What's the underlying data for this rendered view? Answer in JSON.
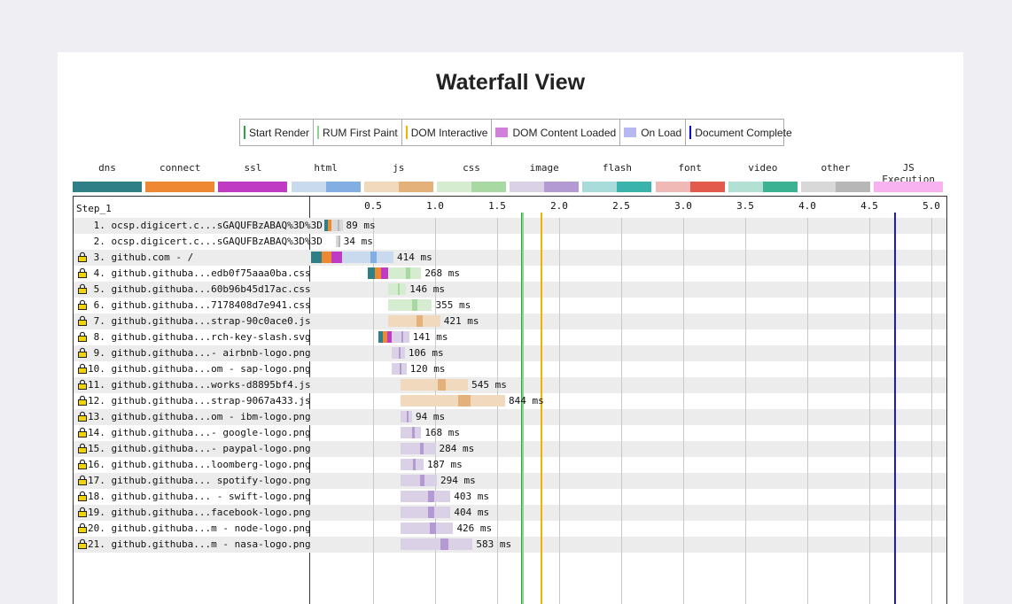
{
  "title": "Waterfall View",
  "legend": [
    {
      "label": "Start Render",
      "kind": "line",
      "color": "#28a745"
    },
    {
      "label": "RUM First Paint",
      "kind": "line",
      "color": "#8fd18f"
    },
    {
      "label": "DOM Interactive",
      "kind": "line",
      "color": "#f0b400"
    },
    {
      "label": "DOM Content Loaded",
      "kind": "box",
      "color": "#d27edb"
    },
    {
      "label": "On Load",
      "kind": "box",
      "color": "#b8b8f0"
    },
    {
      "label": "Document Complete",
      "kind": "line",
      "color": "#0000cc"
    }
  ],
  "resource_types": [
    {
      "label": "dns",
      "colors": [
        "#2f7f86",
        "#2f7f86"
      ]
    },
    {
      "label": "connect",
      "colors": [
        "#ee8833",
        "#ee8833"
      ]
    },
    {
      "label": "ssl",
      "colors": [
        "#c03bc4",
        "#c03bc4"
      ]
    },
    {
      "label": "html",
      "colors": [
        "#c9d9ee",
        "#82aee4"
      ]
    },
    {
      "label": "js",
      "colors": [
        "#f1d9bd",
        "#e5b17a"
      ]
    },
    {
      "label": "css",
      "colors": [
        "#d5ecd1",
        "#a9d9a2"
      ]
    },
    {
      "label": "image",
      "colors": [
        "#dad1e6",
        "#b39ad2"
      ]
    },
    {
      "label": "flash",
      "colors": [
        "#a7dcdb",
        "#3bb3ad"
      ]
    },
    {
      "label": "font",
      "colors": [
        "#f0b9b5",
        "#e25a4b"
      ]
    },
    {
      "label": "video",
      "colors": [
        "#b2e1d4",
        "#3bb393"
      ]
    },
    {
      "label": "other",
      "colors": [
        "#d8d8d8",
        "#b7b7b7"
      ]
    },
    {
      "label": "JS Execution",
      "colors": [
        "#f9b2f0",
        "#f9b2f0"
      ]
    }
  ],
  "step_label": "Step_1",
  "ticks": [
    "0.5",
    "1.0",
    "1.5",
    "2.0",
    "2.5",
    "3.0",
    "3.5",
    "4.0",
    "4.5",
    "5.0"
  ],
  "tick_values": [
    0.5,
    1.0,
    1.5,
    2.0,
    2.5,
    3.0,
    3.5,
    4.0,
    4.5,
    5.0
  ],
  "markers": {
    "start_render": {
      "time": 1.69,
      "color": "#28a745"
    },
    "rum_first_paint": {
      "time": 1.7,
      "color": "#8fd18f"
    },
    "dom_interactive": {
      "time": 1.85,
      "color": "#f0b400"
    },
    "document_complete": {
      "time": 4.7,
      "color": "#1a1ad6"
    }
  },
  "rows": [
    {
      "num": "1.",
      "label": "ocsp.digicert.c...sGAQUFBzABAQ%3D%3D",
      "secure": false,
      "start": 0.11,
      "duration_label": "89 ms",
      "duration": 0.089,
      "type": "other",
      "pre": 0.055,
      "pre_types": [
        "dns",
        "connect"
      ]
    },
    {
      "num": "2.",
      "label": "ocsp.digicert.c...sGAQUFBzABAQ%3D%3D",
      "secure": false,
      "start": 0.2,
      "duration_label": "34 ms",
      "duration": 0.034,
      "type": "other",
      "pre": 0,
      "pre_types": []
    },
    {
      "num": "3.",
      "label": "github.com - /",
      "secure": true,
      "start": 0.0,
      "duration_label": "414 ms",
      "duration": 0.414,
      "type": "html",
      "pre": 0.25,
      "pre_types": [
        "dns",
        "connect",
        "ssl"
      ]
    },
    {
      "num": "4.",
      "label": "github.githuba...edb0f75aaa0ba.css",
      "secure": true,
      "start": 0.46,
      "duration_label": "268 ms",
      "duration": 0.268,
      "type": "css",
      "pre": 0.16,
      "pre_types": [
        "dns",
        "connect",
        "ssl"
      ]
    },
    {
      "num": "5.",
      "label": "github.githuba...60b96b45d17ac.css",
      "secure": true,
      "start": 0.62,
      "duration_label": "146 ms",
      "duration": 0.146,
      "type": "css",
      "pre": 0,
      "pre_types": []
    },
    {
      "num": "6.",
      "label": "github.githuba...7178408d7e941.css",
      "secure": true,
      "start": 0.62,
      "duration_label": "355 ms",
      "duration": 0.355,
      "type": "css",
      "pre": 0,
      "pre_types": []
    },
    {
      "num": "7.",
      "label": "github.githuba...strap-90c0ace0.js",
      "secure": true,
      "start": 0.62,
      "duration_label": "421 ms",
      "duration": 0.421,
      "type": "js",
      "pre": 0,
      "pre_types": []
    },
    {
      "num": "8.",
      "label": "github.githuba...rch-key-slash.svg",
      "secure": true,
      "start": 0.54,
      "duration_label": "141 ms",
      "duration": 0.141,
      "type": "image",
      "pre": 0.11,
      "pre_types": [
        "dns",
        "connect",
        "ssl"
      ]
    },
    {
      "num": "9.",
      "label": "github.githuba...- airbnb-logo.png",
      "secure": true,
      "start": 0.65,
      "duration_label": "106 ms",
      "duration": 0.106,
      "type": "image",
      "pre": 0,
      "pre_types": []
    },
    {
      "num": "10.",
      "label": "github.githuba...om - sap-logo.png",
      "secure": true,
      "start": 0.65,
      "duration_label": "120 ms",
      "duration": 0.12,
      "type": "image",
      "pre": 0,
      "pre_types": []
    },
    {
      "num": "11.",
      "label": "github.githuba...works-d8895bf4.js",
      "secure": true,
      "start": 0.72,
      "duration_label": "545 ms",
      "duration": 0.545,
      "type": "js",
      "pre": 0,
      "pre_types": []
    },
    {
      "num": "12.",
      "label": "github.githuba...strap-9067a433.js",
      "secure": true,
      "start": 0.72,
      "duration_label": "844 ms",
      "duration": 0.844,
      "type": "js",
      "pre": 0,
      "pre_types": []
    },
    {
      "num": "13.",
      "label": "github.githuba...om - ibm-logo.png",
      "secure": true,
      "start": 0.72,
      "duration_label": "94 ms",
      "duration": 0.094,
      "type": "image",
      "pre": 0,
      "pre_types": []
    },
    {
      "num": "14.",
      "label": "github.githuba...- google-logo.png",
      "secure": true,
      "start": 0.72,
      "duration_label": "168 ms",
      "duration": 0.168,
      "type": "image",
      "pre": 0,
      "pre_types": []
    },
    {
      "num": "15.",
      "label": "github.githuba...- paypal-logo.png",
      "secure": true,
      "start": 0.72,
      "duration_label": "284 ms",
      "duration": 0.284,
      "type": "image",
      "pre": 0,
      "pre_types": []
    },
    {
      "num": "16.",
      "label": "github.githuba...loomberg-logo.png",
      "secure": true,
      "start": 0.72,
      "duration_label": "187 ms",
      "duration": 0.187,
      "type": "image",
      "pre": 0,
      "pre_types": []
    },
    {
      "num": "17.",
      "label": "github.githuba... spotify-logo.png",
      "secure": true,
      "start": 0.72,
      "duration_label": "294 ms",
      "duration": 0.294,
      "type": "image",
      "pre": 0,
      "pre_types": []
    },
    {
      "num": "18.",
      "label": "github.githuba... - swift-logo.png",
      "secure": true,
      "start": 0.72,
      "duration_label": "403 ms",
      "duration": 0.403,
      "type": "image",
      "pre": 0,
      "pre_types": []
    },
    {
      "num": "19.",
      "label": "github.githuba...facebook-logo.png",
      "secure": true,
      "start": 0.72,
      "duration_label": "404 ms",
      "duration": 0.404,
      "type": "image",
      "pre": 0,
      "pre_types": []
    },
    {
      "num": "20.",
      "label": "github.githuba...m - node-logo.png",
      "secure": true,
      "start": 0.72,
      "duration_label": "426 ms",
      "duration": 0.426,
      "type": "image",
      "pre": 0,
      "pre_types": []
    },
    {
      "num": "21.",
      "label": "github.githuba...m - nasa-logo.png",
      "secure": true,
      "start": 0.72,
      "duration_label": "583 ms",
      "duration": 0.583,
      "type": "image",
      "pre": 0,
      "pre_types": []
    }
  ]
}
